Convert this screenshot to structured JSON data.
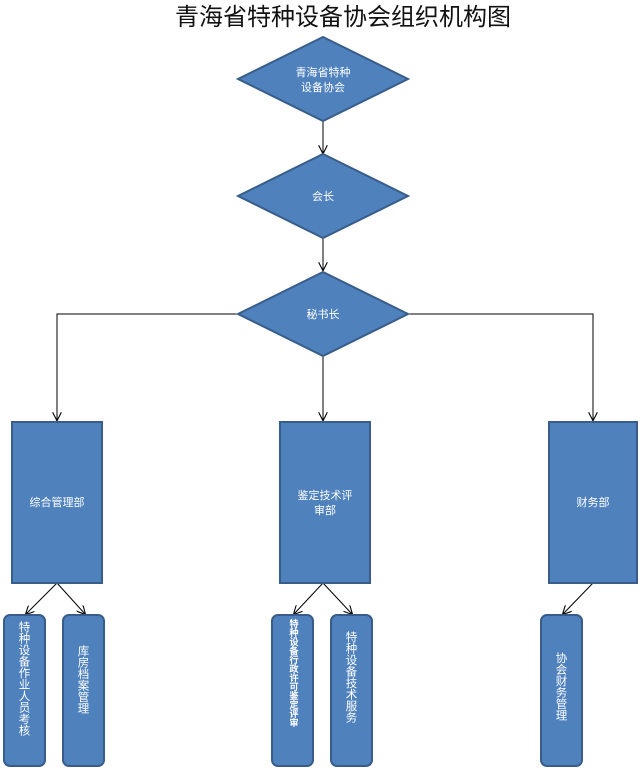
{
  "title": "青海省特种设备协会组织机构图",
  "colors": {
    "node_fill": "#4F81BD",
    "node_stroke": "#385D8A",
    "connector": "#000000"
  },
  "nodes": {
    "association": [
      "青海省特种",
      "设备协会"
    ],
    "president": "会长",
    "secretary_general": "秘书长",
    "general_management": "综合管理部",
    "appraisal_review": [
      "鉴定技术评",
      "审部"
    ],
    "finance": "财务部",
    "personnel_assessment": "特种设备作业人员考核",
    "archive_management": "库房档案管理",
    "admin_licensing_review": "特种设备行政许可鉴定评审",
    "technical_services": "特种设备技术服务",
    "association_finance": "协会财务管理"
  }
}
